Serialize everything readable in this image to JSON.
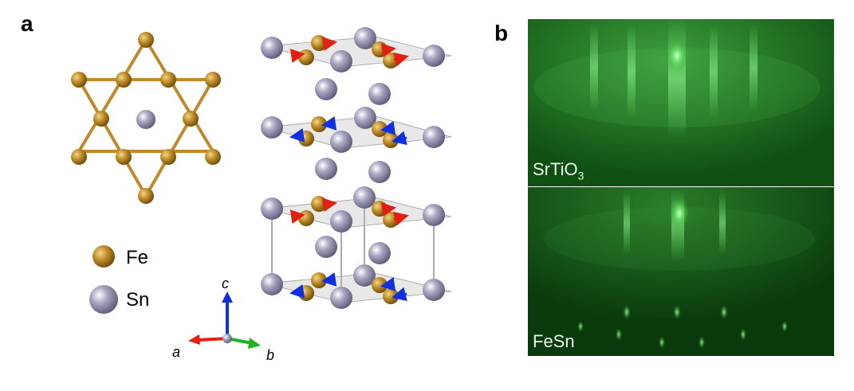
{
  "panels": {
    "a": {
      "label": "a"
    },
    "b": {
      "label": "b"
    }
  },
  "legend": {
    "fe": {
      "text": "Fe",
      "color": "#b8861c"
    },
    "sn": {
      "text": "Sn",
      "color": "#9a98b4"
    }
  },
  "axes": {
    "a": {
      "text": "a",
      "color": "#e02010"
    },
    "b": {
      "text": "b",
      "color": "#20b020"
    },
    "c": {
      "text": "c",
      "color": "#1030e0"
    }
  },
  "rheed": {
    "top": {
      "main": "SrTiO",
      "subscript": "3"
    },
    "bottom": {
      "text": "FeSn"
    }
  },
  "colors": {
    "fe_atom": "#b8861c",
    "sn_atom": "#9a98b4",
    "bond": "#c08a2a",
    "spin_up": "#e02010",
    "spin_down": "#1030e0",
    "rheed_bg": "#0d4a10"
  }
}
